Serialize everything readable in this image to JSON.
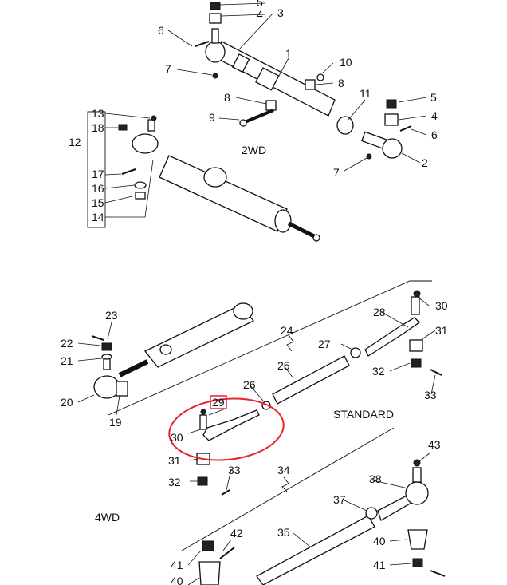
{
  "sections": {
    "twowd": "2WD",
    "fourwd": "4WD",
    "standard": "STANDARD"
  },
  "labels": {
    "l5a": "5",
    "l4a": "4",
    "l3": "3",
    "l6a": "6",
    "l7a": "7",
    "l1": "1",
    "l10": "10",
    "l8a": "8",
    "l8b": "8",
    "l9": "9",
    "l11": "11",
    "l5b": "5",
    "l4b": "4",
    "l6b": "6",
    "l7b": "7",
    "l2": "2",
    "l13": "13",
    "l18": "18",
    "l12": "12",
    "l17": "17",
    "l16": "16",
    "l15": "15",
    "l14": "14",
    "l23": "23",
    "l22": "22",
    "l21": "21",
    "l20": "20",
    "l19": "19",
    "l24": "24",
    "l28": "28",
    "l30a": "30",
    "l31a": "31",
    "l27": "27",
    "l25": "25",
    "l26": "26",
    "l32a": "32",
    "l33a": "33",
    "l29": "29",
    "l30b": "30",
    "l31b": "31",
    "l32b": "32",
    "l33b": "33",
    "l34": "34",
    "l43": "43",
    "l38": "38",
    "l37": "37",
    "l35": "35",
    "l40a": "40",
    "l42": "42",
    "l41a": "41",
    "l41b": "41",
    "l40b": "40"
  },
  "highlight": {
    "color": "#e8242b",
    "boxed_label": "l29"
  }
}
